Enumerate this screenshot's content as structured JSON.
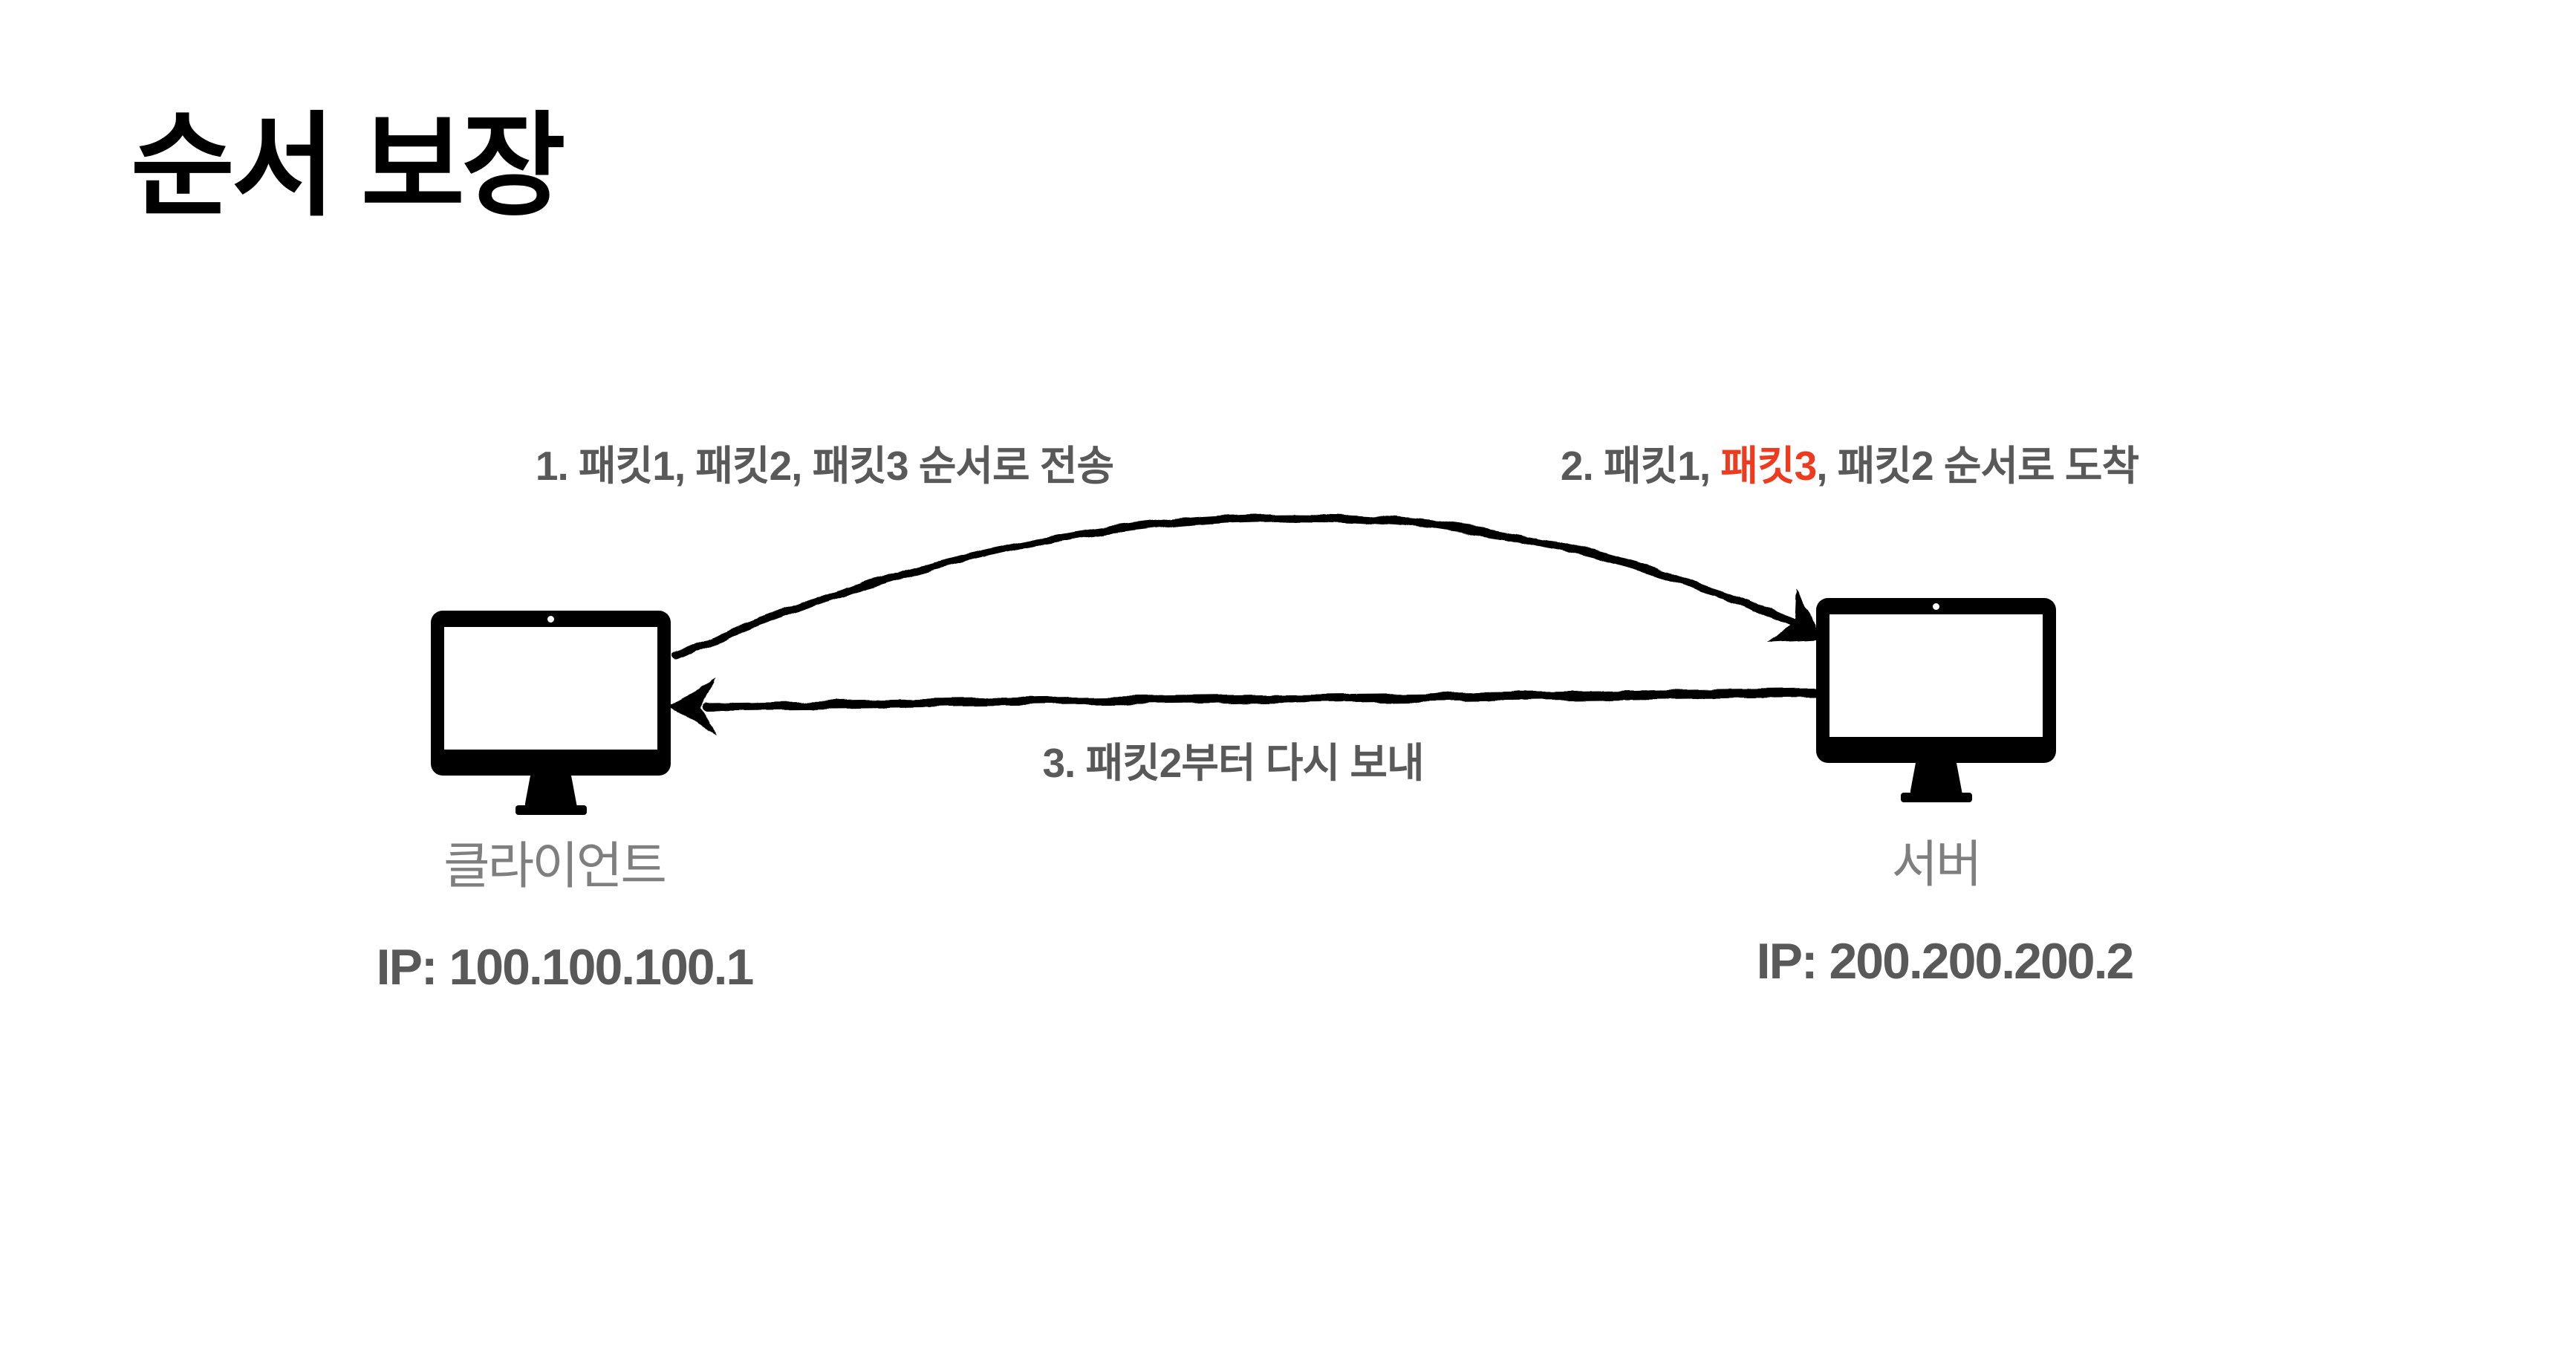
{
  "slide": {
    "title": "순서 보장",
    "background": "#ffffff"
  },
  "annotations": {
    "step1": "1. 패킷1, 패킷2, 패킷3 순서로 전송",
    "step2_prefix": "2. 패킷1, ",
    "step2_highlight": "패킷3",
    "step2_suffix": ", 패킷2 순서로 도착",
    "step3": "3. 패킷2부터 다시 보내"
  },
  "nodes": {
    "client": {
      "label": "클라이언트",
      "ip": "IP: 100.100.100.1",
      "icon": "desktop-monitor-icon"
    },
    "server": {
      "label": "서버",
      "ip": "IP: 200.200.200.2",
      "icon": "desktop-monitor-icon"
    }
  },
  "arrows": {
    "top_arc": {
      "from": "클라이언트",
      "to": "서버",
      "style": "hand-drawn-arc",
      "direction": "right"
    },
    "bottom_line": {
      "from": "서버",
      "to": "클라이언트",
      "style": "hand-drawn-line",
      "direction": "left"
    }
  },
  "colors": {
    "title_text": "#000000",
    "step_text": "#595959",
    "highlight_red": "#ee3a1f",
    "node_label_gray": "#7f7f7f",
    "ip_text": "#595959",
    "arrow_black": "#000000"
  }
}
